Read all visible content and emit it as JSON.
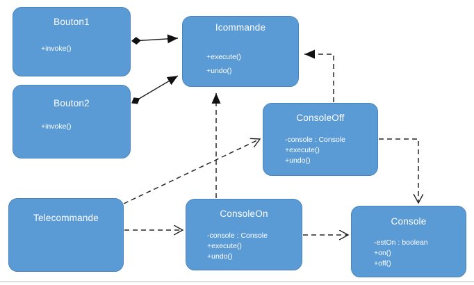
{
  "diagram": {
    "kind": "uml-class-diagram",
    "boxes": {
      "bouton1": {
        "title": "Bouton1",
        "members": [
          "+invoke()"
        ]
      },
      "bouton2": {
        "title": "Bouton2",
        "members": [
          "+invoke()"
        ]
      },
      "icommande": {
        "title": "Icommande",
        "members": [
          "+execute()",
          "+undo()"
        ]
      },
      "consoleoff": {
        "title": "ConsoleOff",
        "members": [
          "-console : Console",
          "+execute()",
          "+undo()"
        ]
      },
      "consoleon": {
        "title": "ConsoleOn",
        "members": [
          "-console : Console",
          "+execute()",
          "+undo()"
        ]
      },
      "console": {
        "title": "Console",
        "members": [
          "-estOn : boolean",
          "+on()",
          "+off()"
        ]
      },
      "telecommande": {
        "title": "Telecommande",
        "members": []
      }
    },
    "edges": [
      {
        "from": "Bouton1",
        "to": "Icommande",
        "line": "solid",
        "source_marker": "filled-diamond",
        "target_marker": "filled-arrow"
      },
      {
        "from": "Bouton2",
        "to": "Icommande",
        "line": "solid",
        "source_marker": "filled-diamond",
        "target_marker": "filled-arrow"
      },
      {
        "from": "ConsoleOn",
        "to": "Icommande",
        "line": "dashed",
        "source_marker": "none",
        "target_marker": "filled-arrow"
      },
      {
        "from": "ConsoleOff",
        "to": "Icommande",
        "line": "dashed",
        "source_marker": "none",
        "target_marker": "filled-arrow"
      },
      {
        "from": "Telecommande",
        "to": "ConsoleOn",
        "line": "dashed",
        "source_marker": "none",
        "target_marker": "open-arrow"
      },
      {
        "from": "Telecommande",
        "to": "ConsoleOff",
        "line": "dashed",
        "source_marker": "none",
        "target_marker": "open-arrow"
      },
      {
        "from": "ConsoleOn",
        "to": "Console",
        "line": "dashed",
        "source_marker": "none",
        "target_marker": "open-arrow"
      },
      {
        "from": "ConsoleOff",
        "to": "Console",
        "line": "dashed",
        "source_marker": "none",
        "target_marker": "open-arrow"
      }
    ],
    "colors": {
      "box_fill": "#5b9bd5",
      "box_border": "#4a84c0",
      "box_text": "#ffffff",
      "edge_line": "#1b1b1b",
      "background": "#ffffff",
      "bottom_rule": "#b5bac0"
    }
  }
}
